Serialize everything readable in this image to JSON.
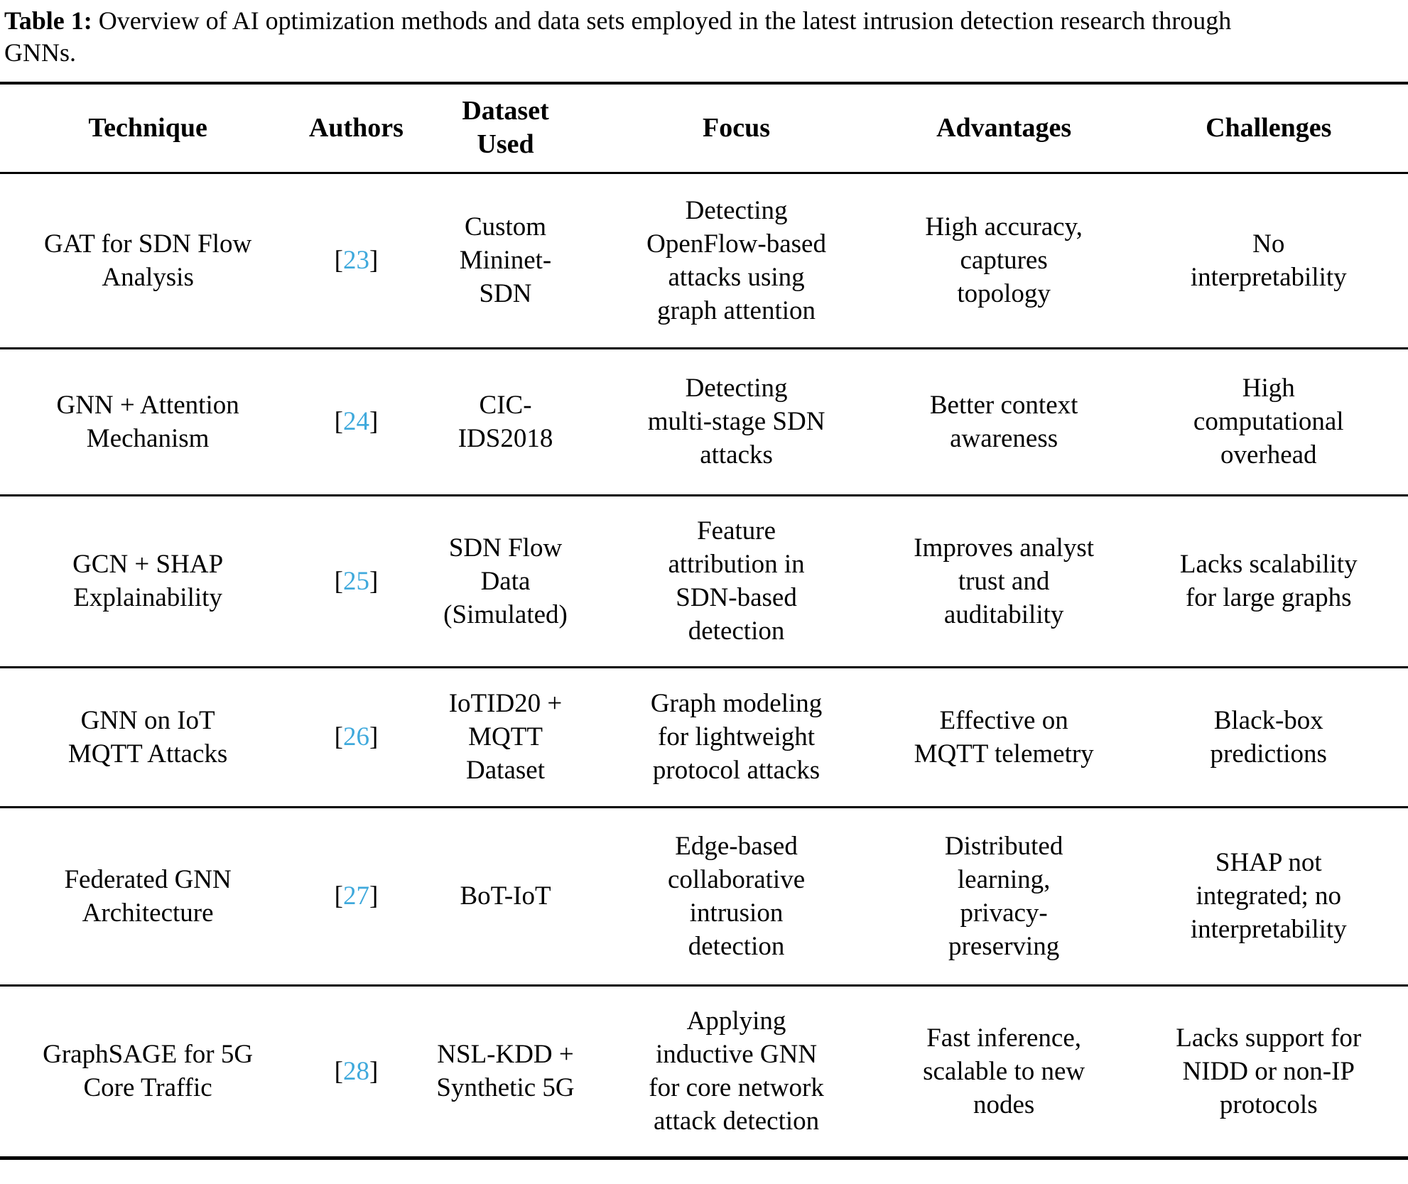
{
  "caption": {
    "label": "Table 1:",
    "text": " Overview of AI optimization methods and data sets employed in the latest intrusion detection research through\nGNNs."
  },
  "colors": {
    "citation_link": "#3FA9DC",
    "text": "#000000",
    "rule": "#000000"
  },
  "table": {
    "columns": [
      "Technique",
      "Authors",
      "Dataset\nUsed",
      "Focus",
      "Advantages",
      "Challenges"
    ],
    "rows": [
      {
        "technique": "GAT for SDN Flow\nAnalysis",
        "ref": {
          "open": "[",
          "number": "23",
          "close": "]"
        },
        "dataset": "Custom\nMininet-\nSDN",
        "focus": "Detecting\nOpenFlow-based\nattacks using\ngraph attention",
        "advantages": "High accuracy,\ncaptures\ntopology",
        "challenges": "No\ninterpretability"
      },
      {
        "technique": "GNN + Attention\nMechanism",
        "ref": {
          "open": "[",
          "number": "24",
          "close": "]"
        },
        "dataset": "CIC-\nIDS2018",
        "focus": "Detecting\nmulti-stage SDN\nattacks",
        "advantages": "Better context\nawareness",
        "challenges": "High\ncomputational\noverhead"
      },
      {
        "technique": "GCN + SHAP\nExplainability",
        "ref": {
          "open": "[",
          "number": "25",
          "close": "]"
        },
        "dataset": "SDN Flow\nData\n(Simulated)",
        "focus": "Feature\nattribution in\nSDN-based\ndetection",
        "advantages": "Improves analyst\ntrust and\nauditability",
        "challenges": "Lacks scalability\nfor large graphs"
      },
      {
        "technique": "GNN on IoT\nMQTT Attacks",
        "ref": {
          "open": "[",
          "number": "26",
          "close": "]"
        },
        "dataset": "IoTID20 +\nMQTT\nDataset",
        "focus": "Graph modeling\nfor lightweight\nprotocol attacks",
        "advantages": "Effective on\nMQTT telemetry",
        "challenges": "Black-box\npredictions"
      },
      {
        "technique": "Federated GNN\nArchitecture",
        "ref": {
          "open": "[",
          "number": "27",
          "close": "]"
        },
        "dataset": "BoT-IoT",
        "focus": "Edge-based\ncollaborative\nintrusion\ndetection",
        "advantages": "Distributed\nlearning,\nprivacy-\npreserving",
        "challenges": "SHAP not\nintegrated; no\ninterpretability"
      },
      {
        "technique": "GraphSAGE for 5G\nCore Traffic",
        "ref": {
          "open": "[",
          "number": "28",
          "close": "]"
        },
        "dataset": "NSL-KDD +\nSynthetic 5G",
        "focus": "Applying\ninductive GNN\nfor core network\nattack detection",
        "advantages": "Fast inference,\nscalable to new\nnodes",
        "challenges": "Lacks support for\nNIDD or non-IP\nprotocols"
      }
    ]
  }
}
